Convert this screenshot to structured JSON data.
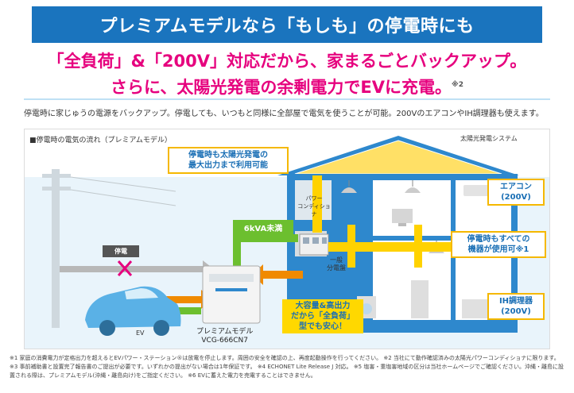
{
  "banner": "プレミアムモデルなら「もしも」の停電時にも",
  "headline": {
    "line1": "「全負荷」&「200V」対応だから、家まるごとバックアップ。",
    "line2": "さらに、太陽光発電の余剰電力でEVに充電。",
    "note": "※2"
  },
  "intro": "停電時に家じゅうの電源をバックアップ。停電しても、いつもと同様に全部屋で電気を使うことが可能。200VのエアコンやIH調理器も使えます。",
  "panel": {
    "title": "■停電時の電気の流れ（プレミアムモデル）",
    "solar_system": "太陽光発電システム",
    "power_conditioner": "パワー\nコンディショナ",
    "breaker": "一般\n分電盤",
    "outage": "停電",
    "tag_6kva": "6kVA未満",
    "ev": "EV",
    "model_line1": "プレミアムモデル",
    "model_line2": "VCG-666CN7"
  },
  "callouts": {
    "solar_max": "停電時も太陽光発電の\n最大出力まで利用可能",
    "aircon": "エアコン\n(200V)",
    "all_devices": "停電時もすべての\n機器が使用可※1",
    "ih": "IH調理器\n(200V)",
    "capacity": "大容量&高出力\nだから「全負荷」\n型でも安心！"
  },
  "footnotes": "※1 家庭の消費電力が定格出力を超えるとEVパワー・ステーション®は放電を停止します。周囲の安全を確認の上、再度起動操作を行ってください。 ※2 当社にて動作確認済みの太陽光パワーコンディショナに限ります。 ※3 事前補助書と設置完了報告書のご提出が必要です。いずれかの提出がない場合は1年保証です。 ※4 ECHONET Lite Release J 対応。 ※5 塩害・重塩害地域の区分は当社ホームページでご確認ください。沖縄・離島に設置される際は、プレミアムモデル(沖縄・離島向け)をご指定ください。 ※6 EVに蓄えた電力を売電することはできません。",
  "colors": {
    "banner": "#1a74be",
    "headline": "#e6007e",
    "house": "#2e88cd",
    "solar_flow": "#ffd200",
    "green_flow": "#6cbf2f",
    "orange_flow": "#f08a00"
  }
}
